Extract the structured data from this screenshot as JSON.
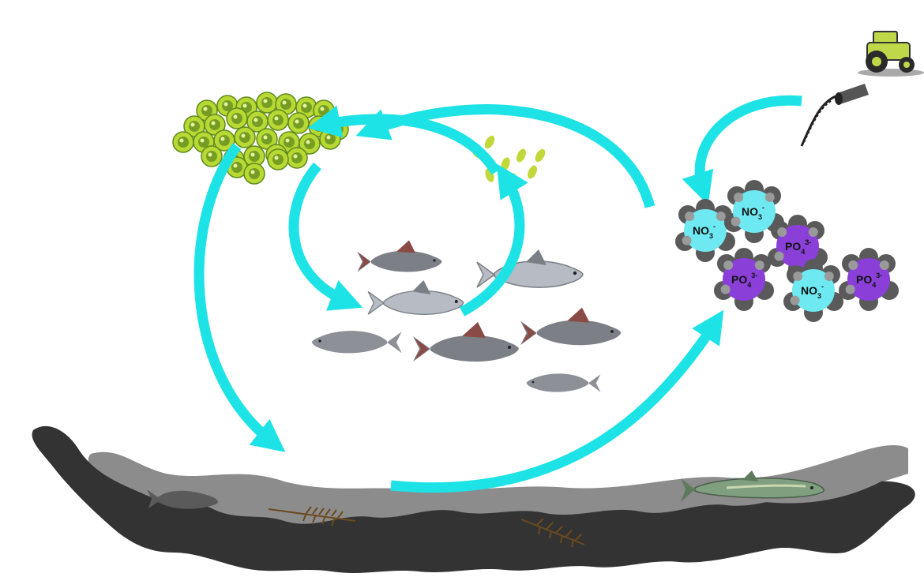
{
  "colors": {
    "cycle_arrow": "#1ee3e6",
    "nitrate_ion": "#6ee9f2",
    "phosphate_ion": "#8a3fd8",
    "ion_cap": "#5a5a5a",
    "algae": "#b8d834",
    "algae_dark": "#5f8a1e",
    "sediment_dark": "#333333",
    "sediment_light": "#8c8c8c",
    "fish_body": "#8d9097",
    "fish_fin_red": "#8a4a45",
    "pike": "#7f9f7f",
    "tractor": "#bfd84a",
    "runoff_pipe": "#555555"
  },
  "icons": {
    "tractor": "tractor-icon",
    "pipe": "runoff-pipe-icon",
    "algae": "algae-cluster-icon",
    "seeds": "plant-seed-icon",
    "fish": "fish-icon",
    "pike": "pike-icon",
    "plant": "aquatic-plant-icon"
  },
  "ions": {
    "nitrate": {
      "base": "NO",
      "subscript": "3",
      "charge": "-"
    },
    "phosphate": {
      "base": "PO",
      "subscript": "4",
      "charge": "3-"
    }
  }
}
